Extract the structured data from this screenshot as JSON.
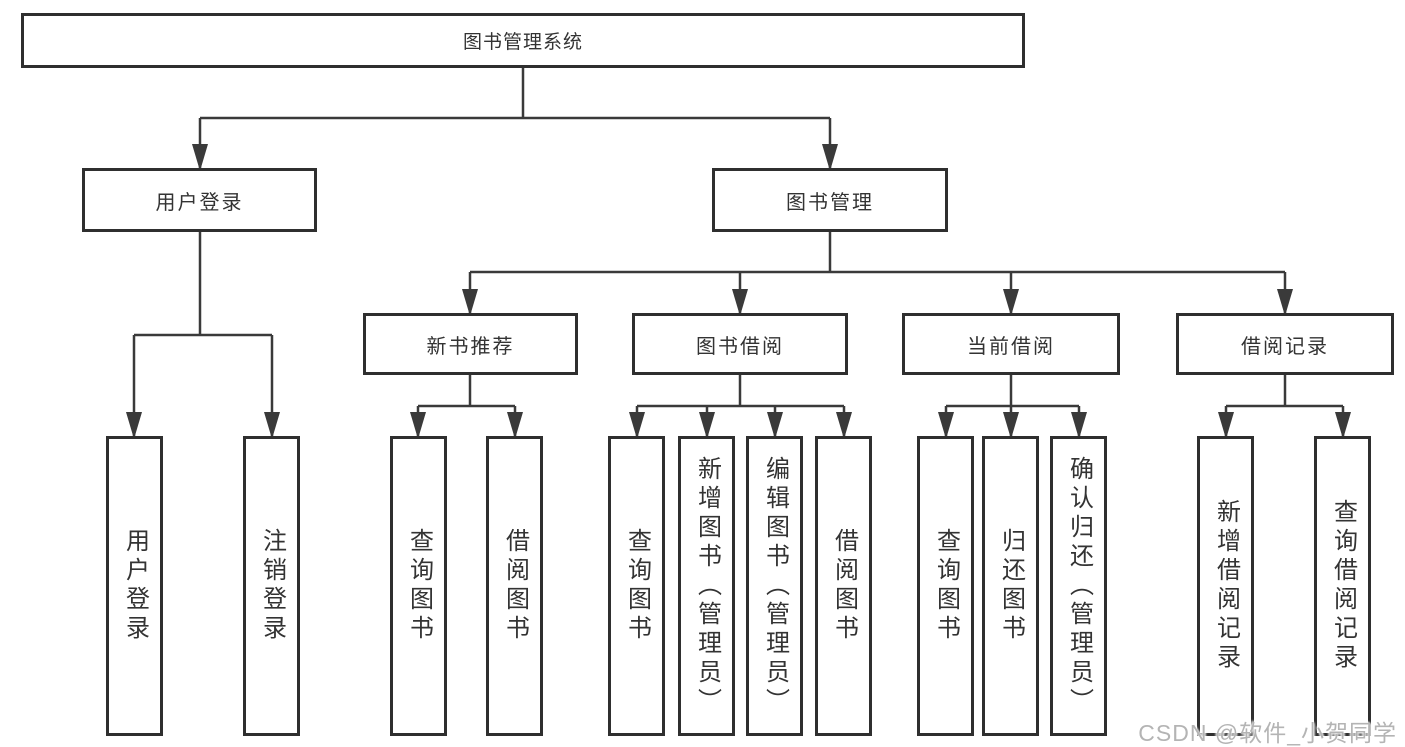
{
  "tree": {
    "label": "图书管理系统",
    "children": [
      {
        "label": "用户登录",
        "children": [
          {
            "label": "用户登录"
          },
          {
            "label": "注销登录"
          }
        ]
      },
      {
        "label": "图书管理",
        "children": [
          {
            "label": "新书推荐",
            "children": [
              {
                "label": "查询图书"
              },
              {
                "label": "借阅图书"
              }
            ]
          },
          {
            "label": "图书借阅",
            "children": [
              {
                "label": "查询图书"
              },
              {
                "label": "新增图书（管理员）"
              },
              {
                "label": "编辑图书（管理员）"
              },
              {
                "label": "借阅图书"
              }
            ]
          },
          {
            "label": "当前借阅",
            "children": [
              {
                "label": "查询图书"
              },
              {
                "label": "归还图书"
              },
              {
                "label": "确认归还（管理员）"
              }
            ]
          },
          {
            "label": "借阅记录",
            "children": [
              {
                "label": "新增借阅记录"
              },
              {
                "label": "查询借阅记录"
              }
            ]
          }
        ]
      }
    ]
  },
  "watermark": {
    "text": "CSDN @软件_小贺同学"
  },
  "colors": {
    "box_border": "#2f2f2f",
    "connector_line": "#3a3a3a",
    "text": "#333333",
    "watermark": "#b4b4b4",
    "background": "#ffffff"
  }
}
